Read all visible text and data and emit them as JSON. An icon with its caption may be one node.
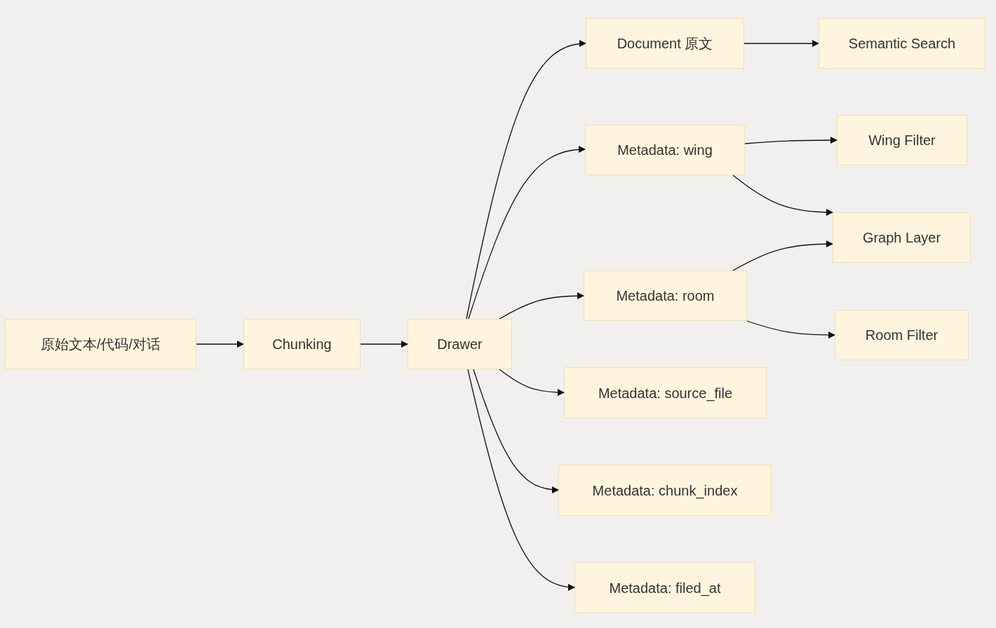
{
  "diagram": {
    "nodes": [
      {
        "text": [
          "原始文本/代码/对话"
        ]
      },
      {
        "text": [
          "Chunking"
        ]
      },
      {
        "text": [
          "Drawer"
        ]
      },
      {
        "text": [
          "Document 原文"
        ]
      },
      {
        "text": [
          "Metadata: wing"
        ]
      },
      {
        "text": [
          "Metadata: room"
        ]
      },
      {
        "text": [
          "Metadata: source_file"
        ]
      },
      {
        "text": [
          "Metadata: chunk_index"
        ]
      },
      {
        "text": [
          "Metadata: filed_at"
        ]
      },
      {
        "text": [
          "Semantic Search"
        ]
      },
      {
        "text": [
          "Wing Filter"
        ]
      },
      {
        "text": [
          "Graph Layer"
        ]
      },
      {
        "text": [
          "Room Filter"
        ]
      }
    ],
    "edges": [
      {
        "from": 0,
        "to": 1,
        "arrow": "to"
      },
      {
        "from": 1,
        "to": 2,
        "arrow": "to"
      },
      {
        "from": 2,
        "to": 3,
        "arrow": "to"
      },
      {
        "from": 2,
        "to": 4,
        "arrow": "to"
      },
      {
        "from": 2,
        "to": 5,
        "arrow": "to"
      },
      {
        "from": 2,
        "to": 6,
        "arrow": "to"
      },
      {
        "from": 2,
        "to": 7,
        "arrow": "to"
      },
      {
        "from": 2,
        "to": 8,
        "arrow": "to"
      },
      {
        "from": 3,
        "to": 9,
        "arrow": "to"
      },
      {
        "from": 4,
        "to": 10,
        "arrow": "to"
      },
      {
        "from": 4,
        "to": 11,
        "arrow": "to"
      },
      {
        "from": 5,
        "to": 11,
        "arrow": "to"
      },
      {
        "from": 5,
        "to": 12,
        "arrow": "to"
      }
    ]
  }
}
